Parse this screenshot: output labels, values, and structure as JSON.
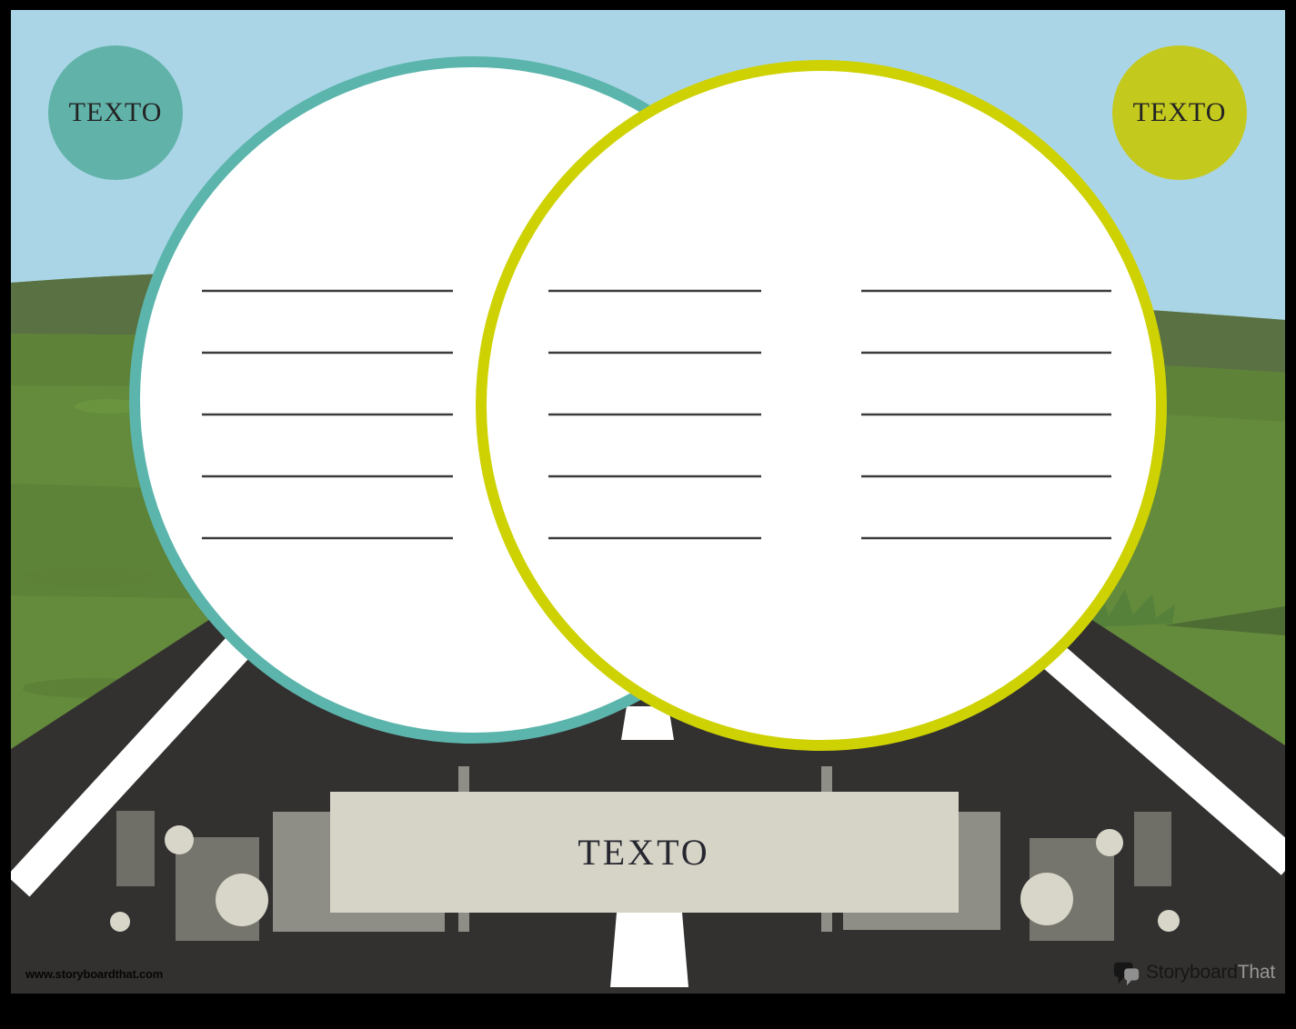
{
  "poster": {
    "left_badge_label": "TEXTO",
    "right_badge_label": "TEXTO",
    "sign_label": "TEXTO",
    "venn": {
      "left_section_lines": 5,
      "middle_section_lines": 5,
      "right_section_lines": 5
    },
    "footer": {
      "website": "www.storyboardthat.com",
      "logo_primary": "Storyboard",
      "logo_secondary": "That"
    },
    "colors": {
      "sky": "#aad5e6",
      "grass": "#648a3c",
      "road": "#333130",
      "teal_circle": "#5cb5ac",
      "teal_badge": "#61b3a9",
      "chartreuse_circle": "#ced203",
      "chartreuse_badge": "#c4c91e",
      "sign_bg": "#d6d4c6",
      "lane_marking": "#ffffff",
      "write_line": "#3b3b3b"
    }
  }
}
